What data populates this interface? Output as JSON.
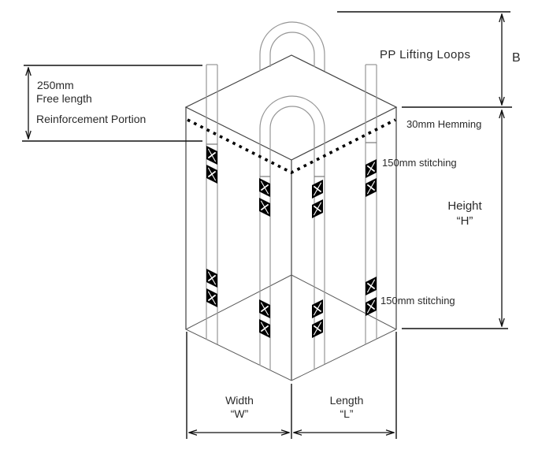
{
  "diagram": {
    "kind": "FIBC bulk bag construction drawing",
    "colors": {
      "background": "#ffffff",
      "outline": "#404040",
      "strap": "#969696",
      "dimension": "#111111",
      "stitch_mark": "#000000",
      "stitch_cross": "#ffffff"
    },
    "labels": {
      "free_length_value": "250mm",
      "free_length": "Free length",
      "reinforcement": "Reinforcement Portion",
      "lifting_loops": "PP Lifting Loops",
      "loop_height": "B",
      "hemming": "30mm Hemming",
      "stitching_top": "150mm stitching",
      "stitching_bottom": "150mm stitching",
      "height_word": "Height",
      "height_symbol": "“H”",
      "width_word": "Width",
      "width_symbol": "“W”",
      "length_word": "Length",
      "length_symbol": "“L”"
    }
  }
}
